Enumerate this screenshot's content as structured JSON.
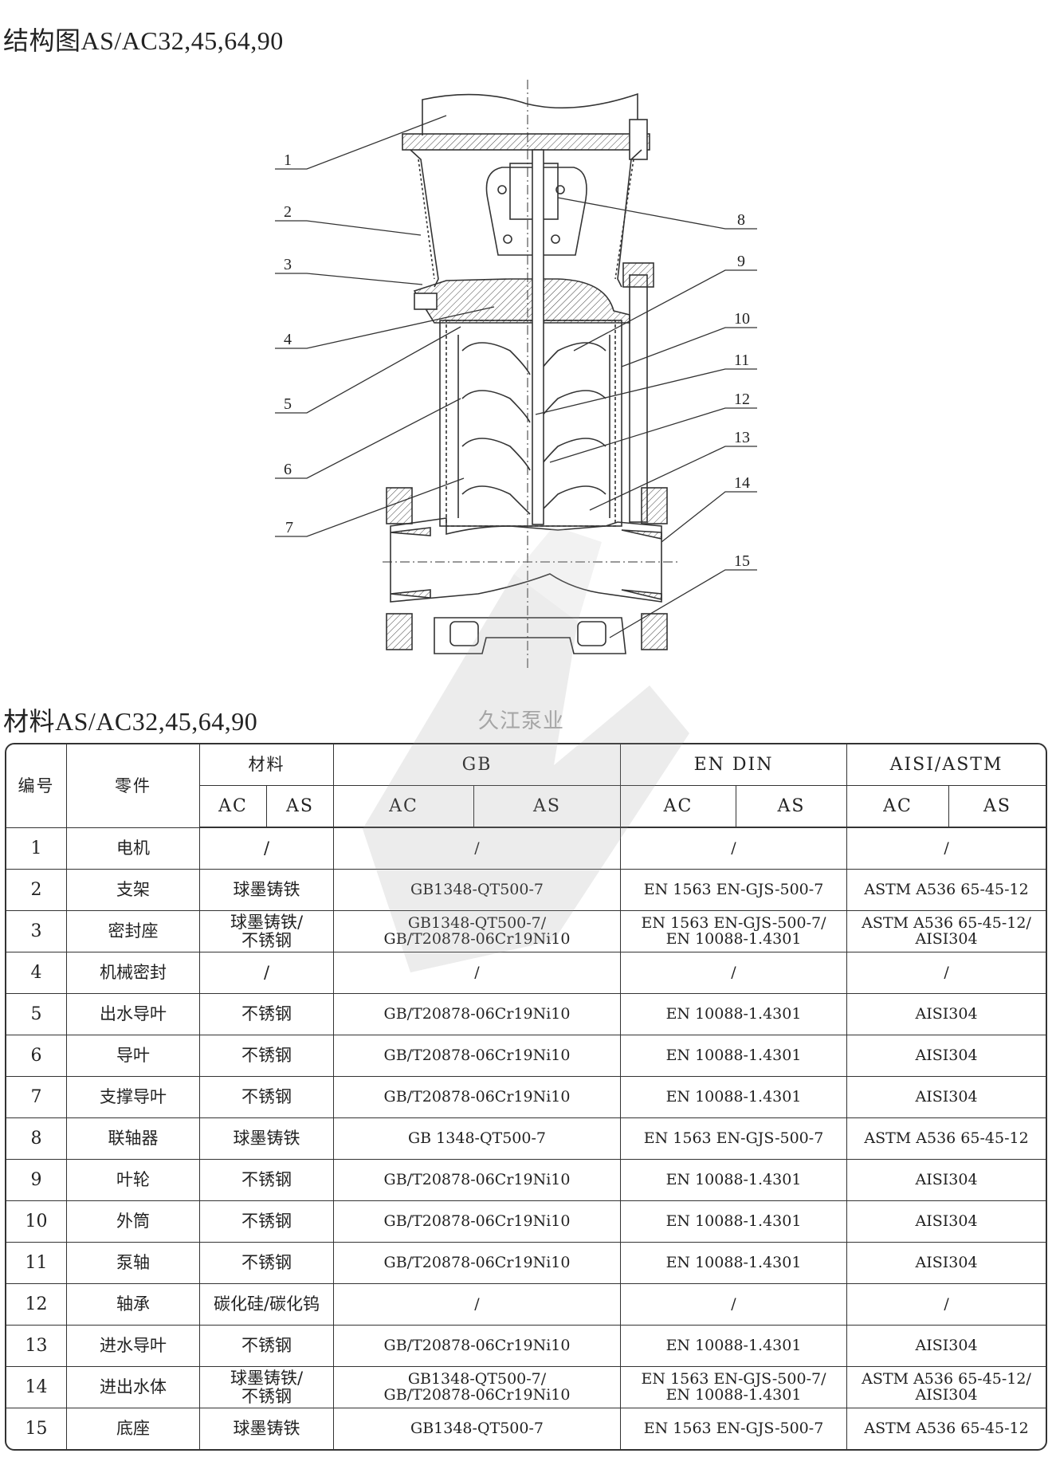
{
  "structure_title": "结构图AS/AC32,45,64,90",
  "materials_title": "材料AS/AC32,45,64,90",
  "watermark_logo": "久江泵业",
  "diagram": {
    "callouts": [
      "1",
      "2",
      "3",
      "4",
      "5",
      "6",
      "7",
      "8",
      "9",
      "10",
      "11",
      "12",
      "13",
      "14",
      "15"
    ]
  },
  "table": {
    "headers": {
      "no": "编号",
      "part": "零件",
      "material": "材料",
      "gb": "GB",
      "en_din": "EN DIN",
      "aisi": "AISI/ASTM",
      "ac": "AC",
      "as": "AS"
    },
    "rows": [
      {
        "no": "1",
        "part": "电机",
        "material": "/",
        "gb": "/",
        "en": "/",
        "aisi": "/"
      },
      {
        "no": "2",
        "part": "支架",
        "material": "球墨铸铁",
        "gb": "GB1348-QT500-7",
        "en": "EN 1563  EN-GJS-500-7",
        "aisi": "ASTM A536 65-45-12"
      },
      {
        "no": "3",
        "part": "密封座",
        "material": "球墨铸铁/\n不锈钢",
        "gb": "GB1348-QT500-7/\nGB/T20878-06Cr19Ni10",
        "en": "EN 1563  EN-GJS-500-7/\nEN 10088-1.4301",
        "aisi": "ASTM A536 65-45-12/\nAISI304"
      },
      {
        "no": "4",
        "part": "机械密封",
        "material": "/",
        "gb": "/",
        "en": "/",
        "aisi": "/"
      },
      {
        "no": "5",
        "part": "出水导叶",
        "material": "不锈钢",
        "gb": "GB/T20878-06Cr19Ni10",
        "en": "EN 10088-1.4301",
        "aisi": "AISI304"
      },
      {
        "no": "6",
        "part": "导叶",
        "material": "不锈钢",
        "gb": "GB/T20878-06Cr19Ni10",
        "en": "EN 10088-1.4301",
        "aisi": "AISI304"
      },
      {
        "no": "7",
        "part": "支撑导叶",
        "material": "不锈钢",
        "gb": "GB/T20878-06Cr19Ni10",
        "en": "EN 10088-1.4301",
        "aisi": "AISI304"
      },
      {
        "no": "8",
        "part": "联轴器",
        "material": "球墨铸铁",
        "gb": "GB 1348-QT500-7",
        "en": "EN 1563  EN-GJS-500-7",
        "aisi": "ASTM A536 65-45-12"
      },
      {
        "no": "9",
        "part": "叶轮",
        "material": "不锈钢",
        "gb": "GB/T20878-06Cr19Ni10",
        "en": "EN 10088-1.4301",
        "aisi": "AISI304"
      },
      {
        "no": "10",
        "part": "外筒",
        "material": "不锈钢",
        "gb": "GB/T20878-06Cr19Ni10",
        "en": "EN 10088-1.4301",
        "aisi": "AISI304"
      },
      {
        "no": "11",
        "part": "泵轴",
        "material": "不锈钢",
        "gb": "GB/T20878-06Cr19Ni10",
        "en": "EN 10088-1.4301",
        "aisi": "AISI304"
      },
      {
        "no": "12",
        "part": "轴承",
        "material": "碳化硅/碳化钨",
        "gb": "/",
        "en": "/",
        "aisi": "/"
      },
      {
        "no": "13",
        "part": "进水导叶",
        "material": "不锈钢",
        "gb": "GB/T20878-06Cr19Ni10",
        "en": "EN 10088-1.4301",
        "aisi": "AISI304"
      },
      {
        "no": "14",
        "part": "进出水体",
        "material": "球墨铸铁/\n不锈钢",
        "gb": "GB1348-QT500-7/\nGB/T20878-06Cr19Ni10",
        "en": "EN 1563  EN-GJS-500-7/\nEN 10088-1.4301",
        "aisi": "ASTM A536 65-45-12/\nAISI304"
      },
      {
        "no": "15",
        "part": "底座",
        "material": "球墨铸铁",
        "gb": "GB1348-QT500-7",
        "en": "EN 1563  EN-GJS-500-7",
        "aisi": "ASTM A536 65-45-12"
      }
    ]
  }
}
